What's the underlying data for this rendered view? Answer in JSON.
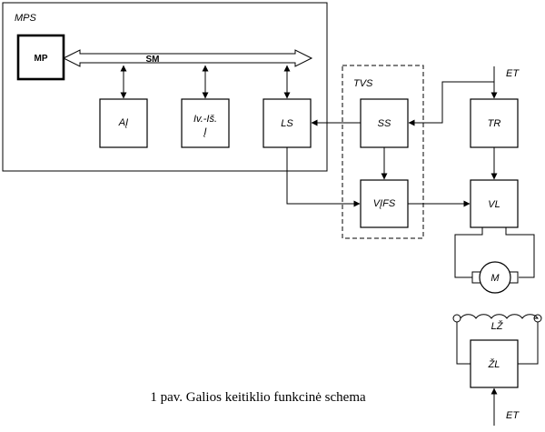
{
  "blocks": {
    "mps": "MPS",
    "mp": "MP",
    "sm": "SM",
    "ai": "AĮ",
    "io_line1": "Iv.-Iš.",
    "io_line2": "Į",
    "ls": "LS",
    "tvs": "TVS",
    "ss": "SS",
    "vifs": "VĮFS",
    "tr": "TR",
    "vl": "VL",
    "m": "M",
    "lz": "LŽ",
    "zl": "ŽL",
    "et_top": "ET",
    "et_bottom": "ET"
  },
  "caption": "1 pav. Galios keitiklio funkcinė schema"
}
